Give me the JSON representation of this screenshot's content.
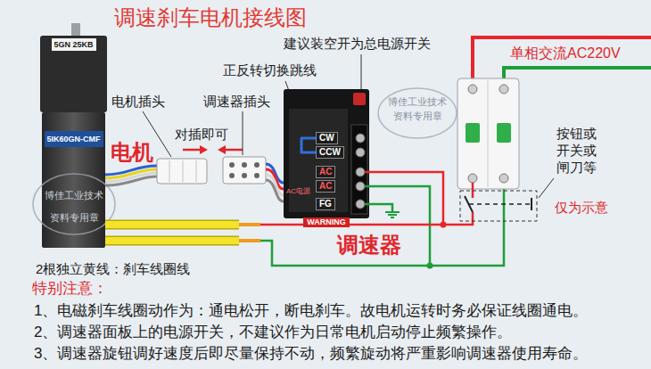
{
  "diagram": {
    "title": "调速刹车电机接线图",
    "nodes": [
      {
        "text": [
          "5GN 25KB",
          "5IK60GN-CMF"
        ]
      },
      {
        "text": [
          "WARNING"
        ]
      },
      {
        "text": [
          "CW"
        ],
        "in": 1
      },
      {
        "text": [
          "CCW"
        ],
        "in": 1
      },
      {
        "text": [
          "AC"
        ],
        "in": 1
      },
      {
        "text": [
          "AC"
        ],
        "in": 1
      },
      {
        "text": [
          "FG"
        ],
        "in": 1
      }
    ],
    "edges": [
      {
        "from": 2,
        "to": 3,
        "arrow": "none"
      }
    ],
    "labels": [
      "建议装空开为总电源开关",
      "正反转切换跳线",
      "电机插头",
      "调速器插头",
      "对插即可",
      "电机",
      "单相交流AC220V",
      "按钮或 开关或 闸刀等",
      "仅为示意",
      "调速器",
      "2根独立黄线：刹车线圈线",
      "特别注意：",
      "1、电磁刹车线圈动作为：通电松开，断电刹车。故电机运转时务必保证线圈通电。",
      "2、调速器面板上的电源开关，不建议作为日常电机启动停止频繁操作。",
      "3、调速器旋钮调好速度后即尽量保持不动，频繁旋动将严重影响调速器使用寿命。",
      "AC电源",
      "博佳工业技术",
      "资料专用章",
      "博佳工业技术",
      "资料专用章"
    ]
  }
}
